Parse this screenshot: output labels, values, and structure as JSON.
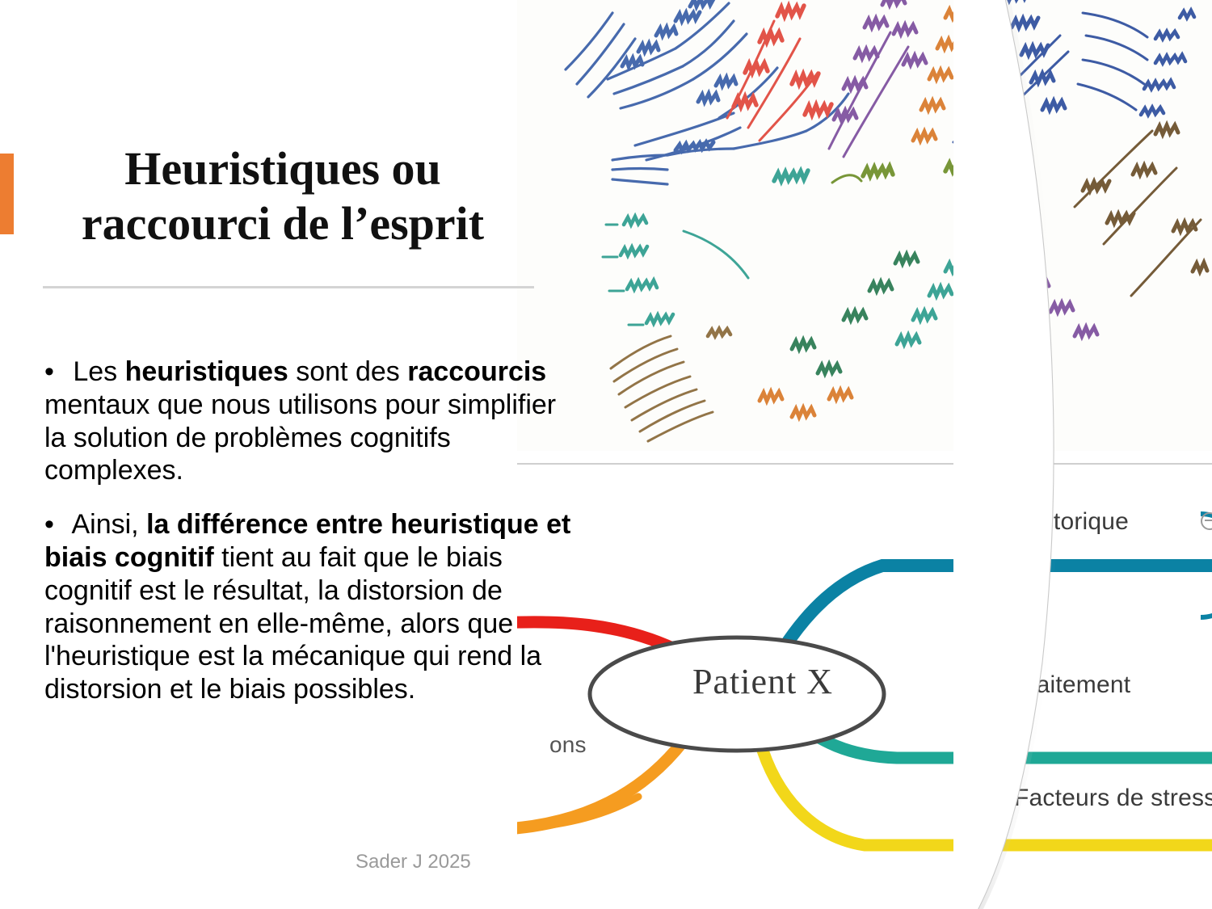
{
  "slide": {
    "title": "Heuristiques ou raccourci de l’esprit",
    "accent_color": "#ed7d31",
    "divider_color": "#d4d4d4",
    "footer_credit": "Sader J 2025"
  },
  "body": {
    "bullets": [
      {
        "marker": "•",
        "runs": [
          {
            "text": " Les ",
            "bold": false
          },
          {
            "text": "heuristiques",
            "bold": true
          },
          {
            "text": " sont des ",
            "bold": false
          },
          {
            "text": "raccourcis",
            "bold": true
          },
          {
            "text": " mentaux que nous utilisons pour simplifier la solution de problèmes cognitifs complexes.",
            "bold": false
          }
        ]
      },
      {
        "marker": "•",
        "runs": [
          {
            "text": " Ainsi, ",
            "bold": false
          },
          {
            "text": "la différence entre heuristique et biais cognitif",
            "bold": true
          },
          {
            "text": " tient au fait que le biais cognitif est le résultat, la distorsion de raisonnement en elle-même, alors que l'heuristique est la mécanique qui rend la distorsion et le biais possibles.",
            "bold": false
          }
        ]
      }
    ]
  },
  "media": {
    "top_image": {
      "name": "handwritten-creativity-mindmap",
      "description": "Hand-drawn multicolour radial mind map about créativité",
      "ink_colors": [
        "#3a5fa8",
        "#e0483c",
        "#7d4f9e",
        "#d97a2b",
        "#2f9e8f",
        "#6e8f2a",
        "#8a6a3a"
      ]
    },
    "bottom_image": {
      "name": "patient-x-mindmap",
      "center_label": "Patient X",
      "branches": [
        {
          "label": "Historique",
          "color": "#0b82a4",
          "collapse_icon": "circle-minus-icon"
        },
        {
          "label": "Traitement",
          "color": "#1fa896",
          "collapse_icon": ""
        },
        {
          "label": "Facteurs de stress",
          "color": "#f2d71a",
          "collapse_icon": ""
        },
        {
          "label": "",
          "color": "#e8201a",
          "collapse_icon": ""
        },
        {
          "label": "",
          "color": "#f59c20",
          "collapse_icon": ""
        }
      ],
      "partial_label": "ons",
      "oval_stroke": "#4a4a4a"
    }
  }
}
